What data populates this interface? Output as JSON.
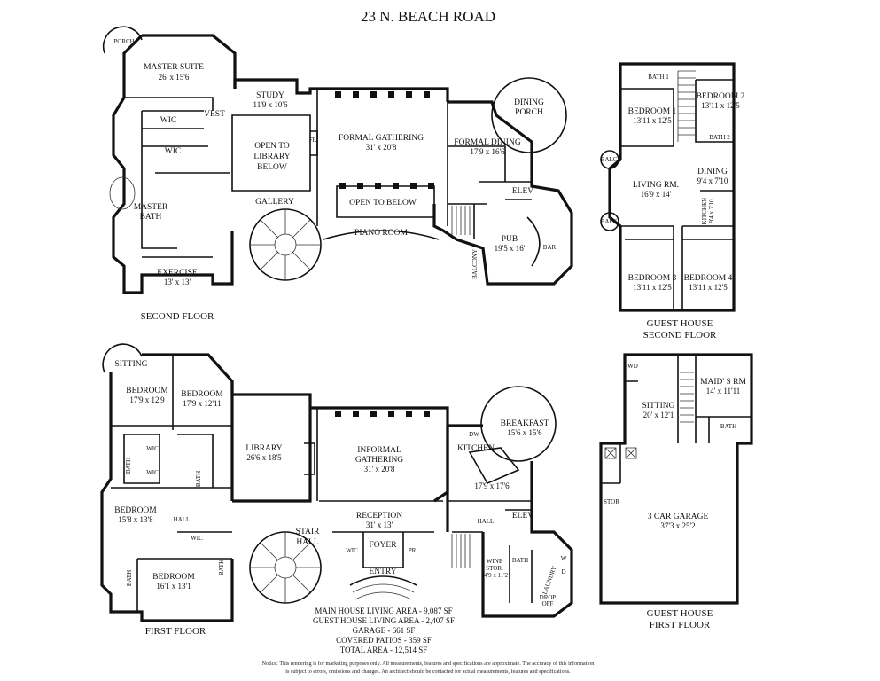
{
  "title": "23 N. BEACH ROAD",
  "floors": {
    "second": {
      "label": "SECOND FLOOR",
      "rooms": {
        "porch": {
          "name": "PORCH"
        },
        "master_suite": {
          "name": "MASTER SUITE",
          "dim": "26' x 15'6"
        },
        "wic1": {
          "name": "WIC"
        },
        "wic2": {
          "name": "WIC"
        },
        "vest": {
          "name": "VEST"
        },
        "master_bath": {
          "name": "MASTER",
          "name2": "BATH"
        },
        "exercise": {
          "name": "EXERCISE",
          "dim": "13' x 13'"
        },
        "study": {
          "name": "STUDY",
          "dim": "11'9 x 10'6"
        },
        "open_library": {
          "l1": "OPEN TO",
          "l2": "LIBRARY",
          "l3": "BELOW"
        },
        "fp": {
          "name": "FP."
        },
        "gallery": {
          "name": "GALLERY"
        },
        "formal_gathering": {
          "name": "FORMAL GATHERING",
          "dim": "31' x 20'8"
        },
        "open_below": {
          "name": "OPEN TO BELOW"
        },
        "piano_room": {
          "name": "PIANO ROOM"
        },
        "dining_porch": {
          "l1": "DINING",
          "l2": "PORCH"
        },
        "formal_dining": {
          "name": "FORMAL DINING",
          "dim": "17'9 x 16'6"
        },
        "elev": {
          "name": "ELEV"
        },
        "balcony": {
          "name": "BALCONY"
        },
        "pub": {
          "name": "PUB",
          "dim": "19'5 x 16'"
        },
        "bar": {
          "name": "BAR"
        }
      }
    },
    "first": {
      "label": "FIRST FLOOR",
      "rooms": {
        "sitting": {
          "name": "SITTING"
        },
        "bedroom_a": {
          "name": "BEDROOM",
          "dim": "17'9 x 12'9"
        },
        "bedroom_b": {
          "name": "BEDROOM",
          "dim": "17'9 x 12'11"
        },
        "bath_a": {
          "name": "BATH"
        },
        "wic_a": {
          "name": "WIC"
        },
        "wic_b": {
          "name": "WIC"
        },
        "bath_b": {
          "name": "BATH"
        },
        "bedroom_c": {
          "name": "BEDROOM",
          "dim": "15'8 x 13'8"
        },
        "hall_a": {
          "name": "HALL"
        },
        "wic_c": {
          "name": "WIC"
        },
        "bath_c": {
          "name": "BATH"
        },
        "bath_d": {
          "name": "BATH"
        },
        "bedroom_d": {
          "name": "BEDROOM",
          "dim": "16'1 x 13'1"
        },
        "library": {
          "name": "LIBRARY",
          "dim": "26'6 x 18'5"
        },
        "stair_hall": {
          "l1": "STAIR",
          "l2": "HALL"
        },
        "informal_gathering": {
          "l1": "INFORMAL",
          "l2": "GATHERING",
          "dim": "31' x 20'8"
        },
        "reception": {
          "name": "RECEPTION",
          "dim": "31' x 13'"
        },
        "foyer": {
          "name": "FOYER"
        },
        "wic_d": {
          "name": "WIC"
        },
        "pr": {
          "name": "PR"
        },
        "entry": {
          "name": "ENTRY"
        },
        "breakfast": {
          "name": "BREAKFAST",
          "dim": "15'6 x 15'6"
        },
        "kitchen": {
          "name": "KITCHEN",
          "dim": "17'9 x 17'6"
        },
        "dw": {
          "name": "DW"
        },
        "hall_b": {
          "name": "HALL"
        },
        "elev": {
          "name": "ELEV"
        },
        "wine": {
          "name": "WINE",
          "name2": "STOR.",
          "dim": "14'9 x 11'2"
        },
        "bath_e": {
          "name": "BATH"
        },
        "laundry": {
          "name": "LAUNDRY"
        },
        "drop": {
          "l1": "DROP",
          "l2": "OFF"
        },
        "w": {
          "name": "W"
        },
        "d": {
          "name": "D"
        }
      }
    },
    "guest_second": {
      "label1": "GUEST HOUSE",
      "label2": "SECOND FLOOR",
      "rooms": {
        "bath1": {
          "name": "BATH 1"
        },
        "bedroom1": {
          "name": "BEDROOM 1",
          "dim": "13'11 x 12'5"
        },
        "bedroom2": {
          "name": "BEDROOM 2",
          "dim": "13'11 x 12'5"
        },
        "bath2": {
          "name": "BATH 2"
        },
        "balc1": {
          "name": "BALC."
        },
        "living": {
          "name": "LIVING RM.",
          "dim": "16'9 x 14'"
        },
        "dining": {
          "name": "DINING",
          "dim": "9'4 x 7'10"
        },
        "kitchen": {
          "name": "KITCHEN",
          "dim": "9'4 x 7'10"
        },
        "balc2": {
          "name": "BALC."
        },
        "bedroom3": {
          "name": "BEDROOM 3",
          "dim": "13'11 x 12'5"
        },
        "bedroom4": {
          "name": "BEDROOM 4",
          "dim": "13'11 x 12'5"
        }
      }
    },
    "guest_first": {
      "label1": "GUEST HOUSE",
      "label2": "FIRST FLOOR",
      "rooms": {
        "pwd": {
          "name": "PWD"
        },
        "sitting": {
          "name": "SITTING",
          "dim": "20' x 12'1"
        },
        "maids": {
          "name": "MAID' S RM",
          "dim": "14' x 11'11"
        },
        "bath": {
          "name": "BATH"
        },
        "stor": {
          "name": "STOR"
        },
        "garage": {
          "name": "3 CAR GARAGE",
          "dim": "37'3 x 25'2"
        }
      }
    }
  },
  "areas": [
    "MAIN HOUSE LIVING AREA - 9,087 SF",
    "GUEST HOUSE LIVING AREA - 2,407 SF",
    "GARAGE - 661 SF",
    "COVERED PATIOS - 359 SF",
    "TOTAL AREA - 12,514 SF"
  ],
  "notice": {
    "line1": "Notice: This rendering is for marketing purposes only. All measurements, features and specifications are approximate. The accuracy of this information",
    "line2": "is subject to errors, omissions and changes. An architect should be contacted for actual measurements, features and specifications."
  }
}
